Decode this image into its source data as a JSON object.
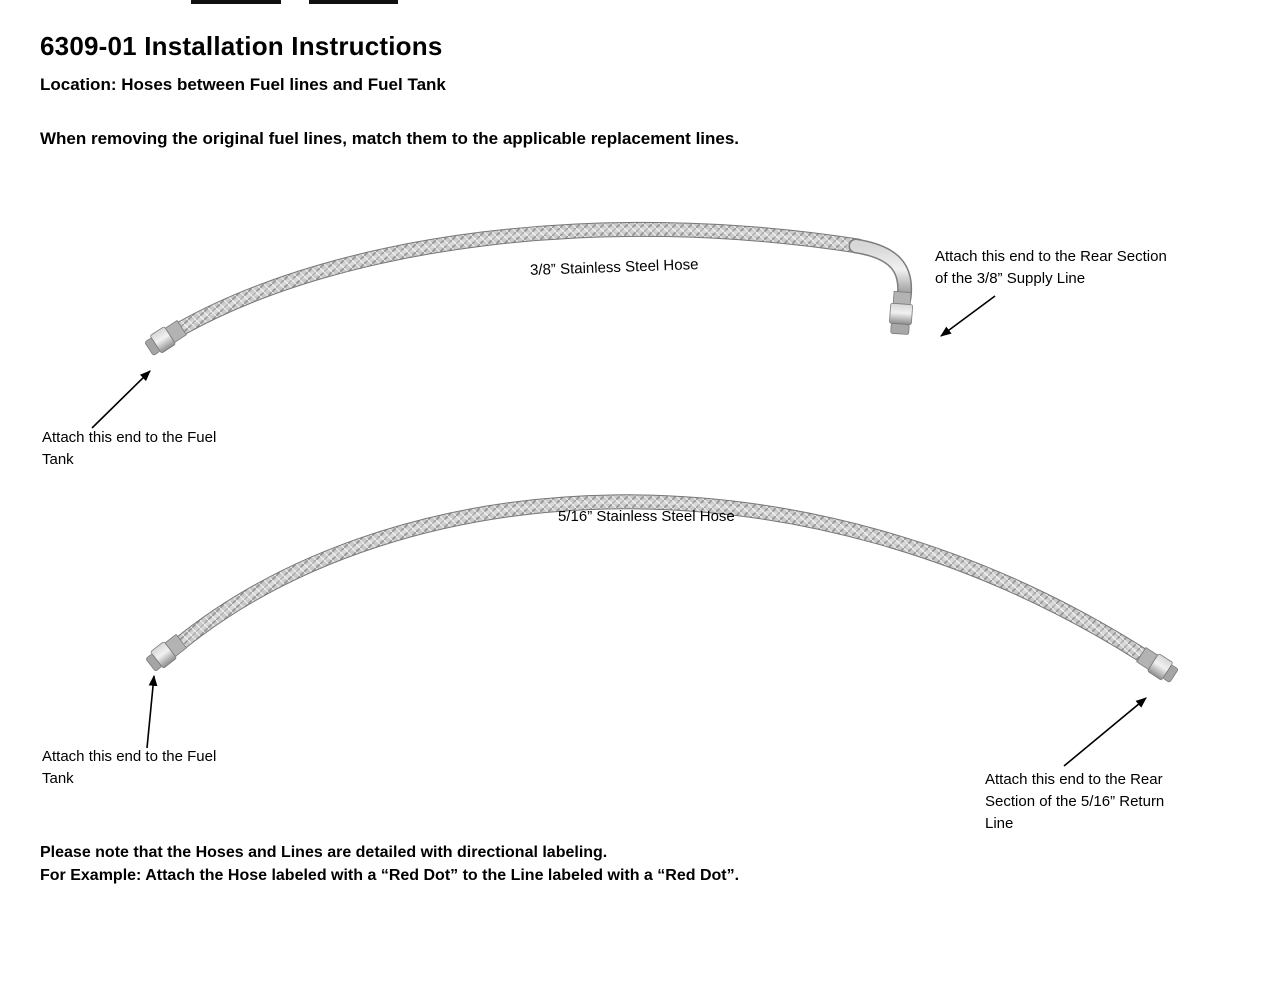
{
  "document": {
    "title": "6309-01 Installation Instructions",
    "location": "Location: Hoses between Fuel lines and Fuel Tank",
    "intro": "When removing the original fuel lines, match them to the applicable replacement lines.",
    "footer_line1": "Please note that the Hoses and Lines are detailed with directional labeling.",
    "footer_line2": "For Example: Attach the Hose labeled with a “Red Dot” to the Line labeled with a “Red Dot”."
  },
  "hoses": [
    {
      "label": "3/8” Stainless Steel Hose",
      "left_annotation": "Attach this end to the Fuel Tank",
      "right_annotation": "Attach this end to the Rear Section of the 3/8” Supply Line"
    },
    {
      "label": "5/16” Stainless Steel Hose",
      "left_annotation": "Attach this end to the Fuel Tank",
      "right_annotation": "Attach this end to the Rear Section of the 5/16” Return Line"
    }
  ]
}
